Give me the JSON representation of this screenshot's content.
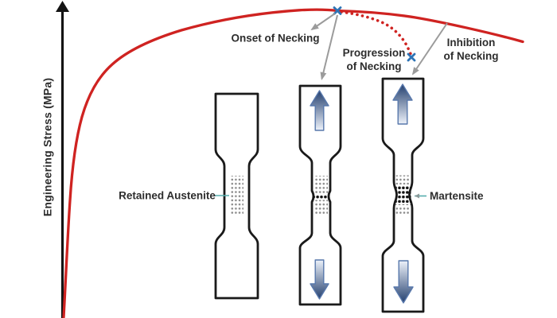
{
  "figure": {
    "description": "Schematic engineering stress-strain curve showing onset, progression and inhibition of necking with three tensile dog-bone specimens (TRIP effect: retained austenite transforming to martensite)",
    "y_axis_label": "Engineering Stress (MPa)",
    "labels": {
      "onset": "Onset of Necking",
      "progression_l1": "Progression",
      "progression_l2": "of Necking",
      "inhibition_l1": "Inhibition",
      "inhibition_l2": "of Necking",
      "retained_austenite": "Retained Austenite",
      "martensite": "Martensite"
    },
    "colors": {
      "curve_red": "#cf2321",
      "marker_blue": "#2e74b5",
      "arrow_gray": "#9b9b9b",
      "connector_teal": "#55aeae",
      "axis_black": "#141414",
      "outline_black": "#1a1a1a",
      "text": "#2d2d2d",
      "arrow_gradient_dark": "#24406f",
      "arrow_gradient_light": "#edf2fa"
    }
  },
  "chart_data": {
    "type": "line",
    "title": "",
    "xlabel": "",
    "ylabel": "Engineering Stress (MPa)",
    "axis_style": "unscaled schematic axes; no tick marks or numeric values are shown",
    "series": [
      {
        "name": "engineering stress-strain curve (necking inhibited)",
        "style": "solid red",
        "shape_points_relative_xy": [
          [
            0.0,
            0.0
          ],
          [
            0.02,
            0.45
          ],
          [
            0.04,
            0.65
          ],
          [
            0.08,
            0.8
          ],
          [
            0.15,
            0.89
          ],
          [
            0.26,
            0.94
          ],
          [
            0.4,
            0.975
          ],
          [
            0.53,
            0.995
          ],
          [
            0.6,
            1.0
          ],
          [
            0.7,
            0.985
          ],
          [
            0.8,
            0.955
          ],
          [
            0.9,
            0.925
          ],
          [
            1.0,
            0.885
          ]
        ]
      },
      {
        "name": "necking progression branch",
        "style": "dotted red",
        "shape_points_relative_xy": [
          [
            0.6,
            1.0
          ],
          [
            0.66,
            0.975
          ],
          [
            0.71,
            0.93
          ],
          [
            0.74,
            0.88
          ],
          [
            0.76,
            0.85
          ]
        ]
      }
    ],
    "markers": [
      {
        "label": "Onset of Necking",
        "symbol": "x",
        "color": "#2e74b5",
        "position": "peak of solid curve"
      },
      {
        "label": "Inhibition of Necking",
        "symbol": "x",
        "color": "#2e74b5",
        "position": "end of dotted branch"
      }
    ],
    "annotations": [
      "Onset of Necking",
      "Progression of Necking",
      "Inhibition of Necking",
      "Retained Austenite",
      "Martensite"
    ],
    "legend": "none",
    "grid": false
  }
}
